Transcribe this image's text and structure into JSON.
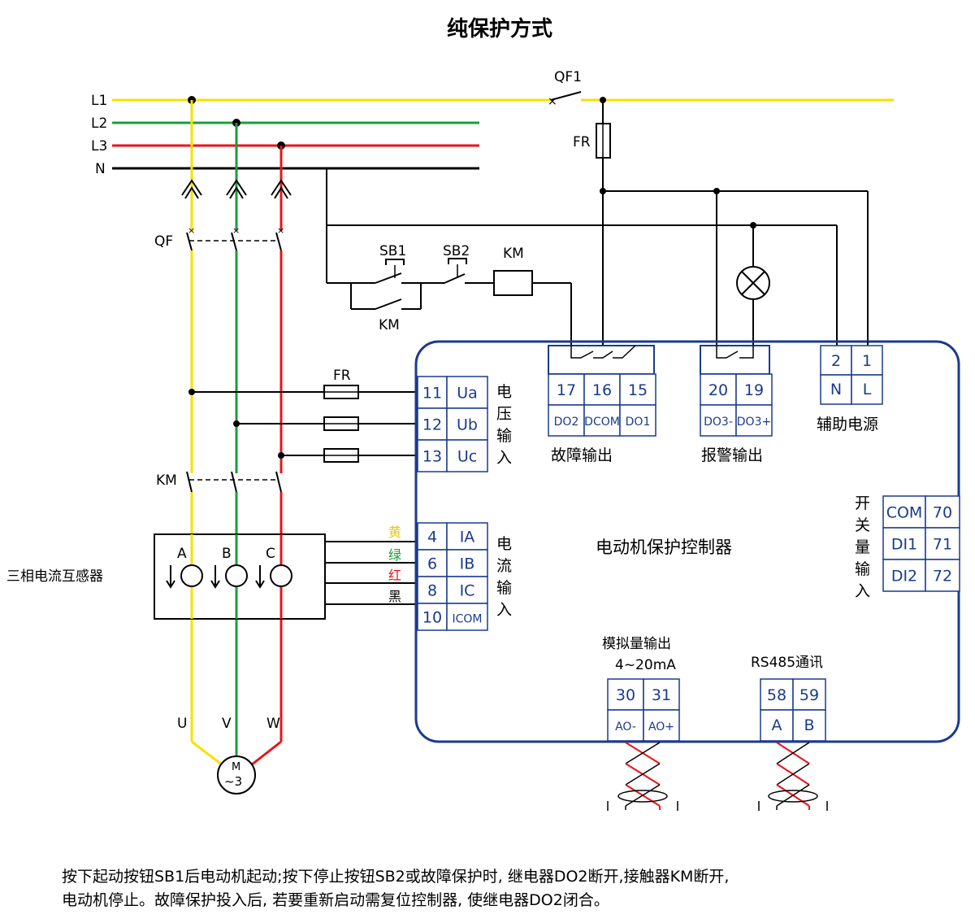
{
  "title": "纯保护方式",
  "lines": {
    "l1": "L1",
    "l2": "L2",
    "l3": "L3",
    "n": "N"
  },
  "devices": {
    "qf1": "QF1",
    "fr_top": "FR",
    "qf": "QF",
    "km_main": "KM",
    "sb1": "SB1",
    "sb2": "SB2",
    "km_coil": "KM",
    "km_aux": "KM",
    "fr_mid": "FR",
    "ct_label": "三相电流互感器",
    "ct_phase_a": "A",
    "ct_phase_b": "B",
    "ct_phase_c": "C",
    "motor_u": "U",
    "motor_v": "V",
    "motor_w": "W",
    "motor_m": "M",
    "motor_sym": "~3"
  },
  "controller": {
    "name": "电动机保护控制器",
    "voltage_input": {
      "label": [
        "电",
        "压",
        "输",
        "入"
      ],
      "terminals": [
        {
          "num": "11",
          "name": "Ua"
        },
        {
          "num": "12",
          "name": "Ub"
        },
        {
          "num": "13",
          "name": "Uc"
        }
      ]
    },
    "current_input": {
      "label": [
        "电",
        "流",
        "输",
        "入"
      ],
      "wire_colors": [
        "黄",
        "绿",
        "红",
        "黑"
      ],
      "terminals": [
        {
          "num": "4",
          "name": "IA"
        },
        {
          "num": "6",
          "name": "IB"
        },
        {
          "num": "8",
          "name": "IC"
        },
        {
          "num": "10",
          "name": "ICOM"
        }
      ]
    },
    "fault_output": {
      "label": "故障输出",
      "terminals": [
        {
          "num": "17",
          "name": "DO2"
        },
        {
          "num": "16",
          "name": "DCOM"
        },
        {
          "num": "15",
          "name": "DO1"
        }
      ]
    },
    "alarm_output": {
      "label": "报警输出",
      "terminals": [
        {
          "num": "20",
          "name": "DO3-"
        },
        {
          "num": "19",
          "name": "DO3+"
        }
      ]
    },
    "aux_power": {
      "label": "辅助电源",
      "terminals": [
        {
          "num": "2",
          "name": "N"
        },
        {
          "num": "1",
          "name": "L"
        }
      ]
    },
    "switch_input": {
      "label": [
        "开",
        "关",
        "量",
        "输",
        "入"
      ],
      "terminals": [
        {
          "name": "COM",
          "num": "70"
        },
        {
          "name": "DI1",
          "num": "71"
        },
        {
          "name": "DI2",
          "num": "72"
        }
      ]
    },
    "analog_output": {
      "label": "模拟量输出",
      "range": "4~20mA",
      "terminals": [
        {
          "num": "30",
          "name": "AO-"
        },
        {
          "num": "31",
          "name": "AO+"
        }
      ]
    },
    "rs485": {
      "label": "RS485通讯",
      "terminals": [
        {
          "num": "58",
          "name": "A"
        },
        {
          "num": "59",
          "name": "B"
        }
      ]
    }
  },
  "colors": {
    "l1": "#f5e100",
    "l2": "#1a9e3a",
    "l3": "#e8141b",
    "n": "#000000",
    "frame": "#1a3b8c",
    "twist": "#e8141b"
  },
  "note": [
    "按下起动按钮SB1后电动机起动;按下停止按钮SB2或故障保护时, 继电器DO2断开,接触器KM断开,",
    "电动机停止。故障保护投入后, 若要重新启动需复位控制器, 使继电器DO2闭合。"
  ]
}
